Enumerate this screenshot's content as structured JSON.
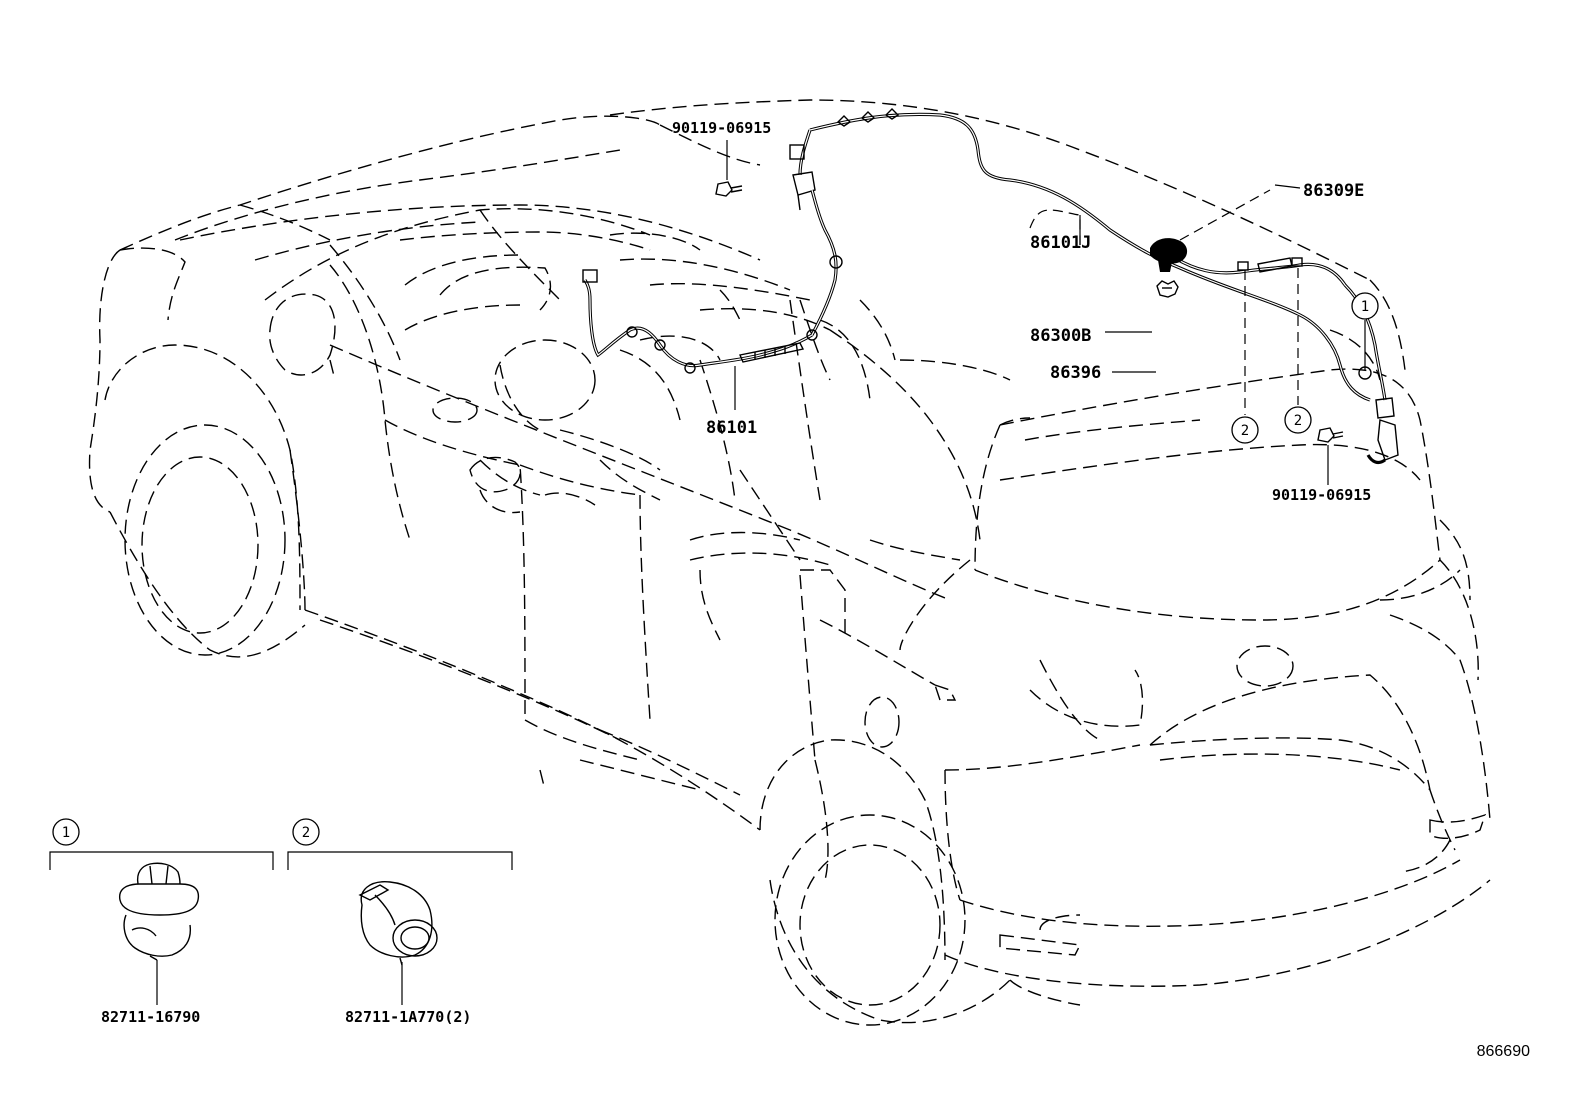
{
  "diagram": {
    "ref_number": "866690",
    "parts": {
      "bolt_front": "90119-06915",
      "bolt_rear": "90119-06915",
      "antenna_mast": "86309E",
      "cord_roof": "86101J",
      "antenna_base": "86300B",
      "pad": "86396",
      "cord_main": "86101"
    },
    "callouts": {
      "c1_on_car": "1",
      "c2_left_on_car": "2",
      "c2_right_on_car": "2",
      "c1_legend": "1",
      "c2_legend": "2"
    },
    "legend": {
      "clip1_part": "82711-16790",
      "clip2_part": "82711-1A770(2)"
    }
  }
}
